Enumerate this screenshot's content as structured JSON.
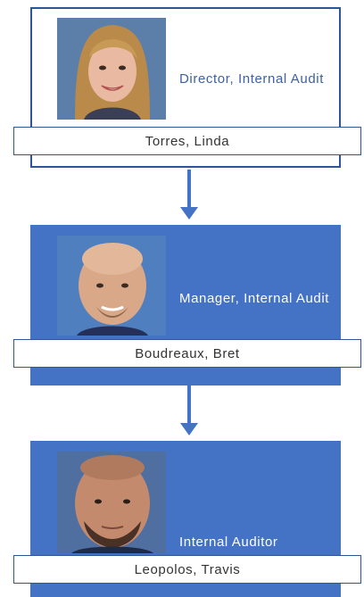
{
  "colors": {
    "accent": "#4472c4",
    "border": "#2f5597",
    "title_dark": "#3c61a4"
  },
  "people": [
    {
      "title": "Director, Internal Audit",
      "name": "Torres, Linda",
      "photo": "woman-portrait"
    },
    {
      "title": "Manager, Internal Audit",
      "name": "Boudreaux, Bret",
      "photo": "man-portrait"
    },
    {
      "title": "Internal Auditor",
      "name": "Leopolos, Travis",
      "photo": "man-portrait"
    }
  ]
}
